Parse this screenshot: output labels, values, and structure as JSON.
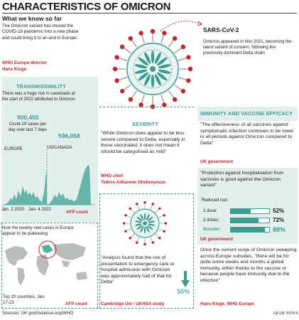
{
  "header": {
    "title": "CHARACTERISTICS OF OMICRON",
    "subtitle": "What we know so far",
    "intro": "The Omicron variant has moved the COVID-19 pandemic into a new phase and could bring it to an end in Europe:",
    "intro_source_1": "WHO Europe director",
    "intro_source_2": "Hans Kluge"
  },
  "virus": {
    "name": "SARS-CoV-2",
    "desc": "Omicron appeared in Nov 2021, becoming the latest variant of concern, following the previously dominant Delta strain"
  },
  "transmissibility": {
    "heading": "TRANSMISSIBILITY",
    "text": "There was a huge rise in caseloads at the start of 2022 attributed to Omicron",
    "big_number": "900,405",
    "big_label": "Covid-19 cases per day over last 7 days",
    "second_number": "596,058",
    "region_1": "EUROPE",
    "region_2": "US/CANADA",
    "date_1": "Jan. 2 2020",
    "date_2": "Jan. 4 2022",
    "source": "AFP count"
  },
  "plateau": {
    "text": "Now the weekly new cases in Europe appear to be plateauing",
    "caption": "Top 20 countries, Jan. 17-23",
    "source": "AFP count"
  },
  "severity": {
    "heading": "SEVERITY",
    "quote": "\"While Omicron does appear to be less severe compared to Delta, especially in those vaccinated, it does not mean it should be categorised as mild\"",
    "source_1": "WHO chief",
    "source_2": "Tedros Adhanom Ghebreyesus"
  },
  "hospital": {
    "quote": "\"Analysis found that the risk of presentation to emergency care or hospital admission with Omicron was approximately half of that for Delta\"",
    "value": "50%",
    "source": "Cambridge Uni / UKHSA study"
  },
  "immunity": {
    "heading": "IMMUNITY AND VACCINE EFFICACY",
    "quote_1": "\"The effectiveness of all vaccines against symptomatic infection continues to be lower in all periods against Omicron compared to Delta\"",
    "source_1": "UK government",
    "quote_2": "\"Protection against hospitalisation from vaccines is good against the Omicron variant\"",
    "risk_label": "Reduced risk:",
    "bars": [
      {
        "label": "1 dose:",
        "value": "52%",
        "fraction": 0.52
      },
      {
        "label": "2 doses:",
        "value": "72%",
        "fraction": 0.72
      },
      {
        "label": "Booster:",
        "value": "88%",
        "fraction": 0.88
      }
    ],
    "source_2": "UK government",
    "quote_3": "Once the current surge of Omicron sweeping across Europe subsides, \"there will be for quite some weeks and months a global immunity, either thanks to the vaccine or because people have immunity due to the infection\"",
    "source_3": "Hans Kluge, WHO Europe"
  },
  "footer": {
    "sources": "Sources: UK govt/science.org/WHO",
    "brand": "ARAB NEWS"
  },
  "colors": {
    "teal": "#3c9c8f",
    "red": "#c0262b",
    "panel": "#e2efec"
  }
}
